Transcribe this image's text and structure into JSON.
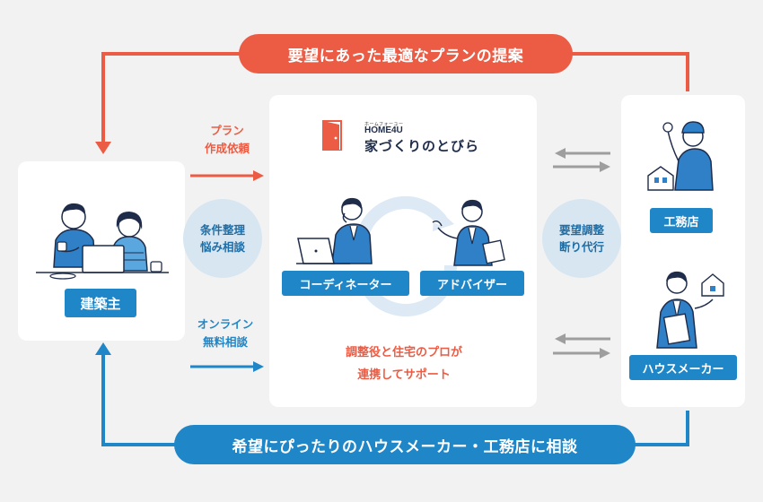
{
  "top_banner": "要望にあった最適なプランの提案",
  "bottom_banner": "希望にぴったりのハウスメーカー・工務店に相談",
  "client": {
    "label": "建築主"
  },
  "left_top_label": [
    "プラン",
    "作成依頼"
  ],
  "left_bottom_label": [
    "オンライン",
    "無料相談"
  ],
  "left_circle": [
    "条件整理",
    "悩み相談"
  ],
  "right_circle": [
    "要望調整",
    "断り代行"
  ],
  "logo": {
    "kana": "ホームフォーユー",
    "brand": "HOME4U",
    "name": "家づくりのとびら"
  },
  "roles": {
    "coordinator": "コーディネーター",
    "advisor": "アドバイザー"
  },
  "center_message": [
    "調整役と住宅のプロが",
    "連携してサポート"
  ],
  "contractors": {
    "builder": "工務店",
    "house_maker": "ハウスメーカー"
  },
  "colors": {
    "red": "#ec5b43",
    "blue": "#1f86c8",
    "circle": "#d7e6f1",
    "arrow_gray": "#9e9e9e"
  }
}
